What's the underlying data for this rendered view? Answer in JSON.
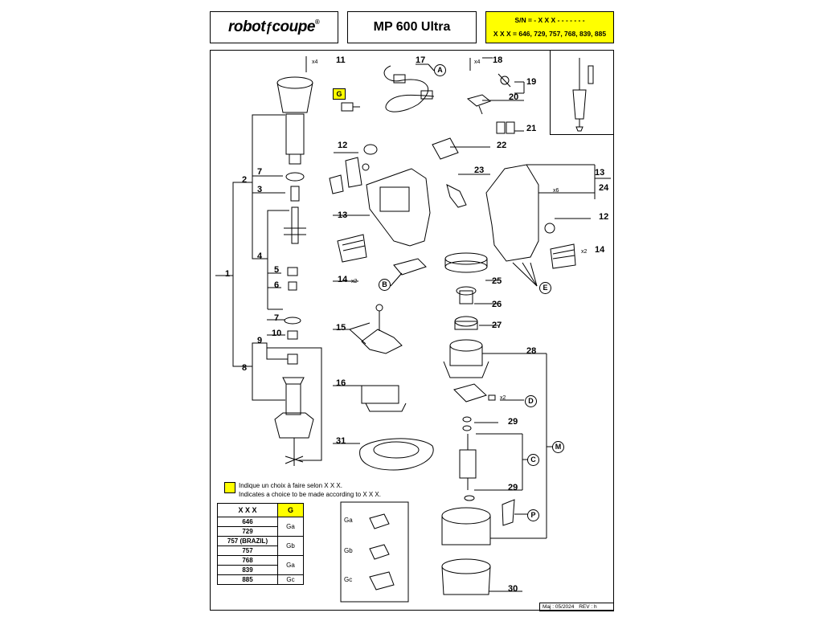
{
  "header": {
    "brand_left": "robot",
    "brand_right": "coupe",
    "brand_reg": "®",
    "model": "MP 600 Ultra",
    "sn_line1": "S/N = - X X X - - - - - - -",
    "sn_line2": "X X X = 646, 729, 757, 768, 839, 885"
  },
  "parts": {
    "p1": "1",
    "p2": "2",
    "p3": "3",
    "p4": "4",
    "p5": "5",
    "p6": "6",
    "p7a": "7",
    "p7b": "7",
    "p8": "8",
    "p9": "9",
    "p10": "10",
    "p11": "11",
    "p12a": "12",
    "p12b": "12",
    "p13a": "13",
    "p13b": "13",
    "p14a": "14",
    "p14b": "14",
    "p15": "15",
    "p16": "16",
    "p17": "17",
    "p18": "18",
    "p19": "19",
    "p20": "20",
    "p21": "21",
    "p22": "22",
    "p23": "23",
    "p24": "24",
    "p25": "25",
    "p26": "26",
    "p27": "27",
    "p28": "28",
    "p29a": "29",
    "p29b": "29",
    "p30": "30",
    "p31": "31"
  },
  "multipliers": {
    "m11": "x4",
    "m18": "x4",
    "m24": "x6",
    "m14a": "x2",
    "m14b": "x2",
    "mD": "x2"
  },
  "callouts": {
    "A": "A",
    "B": "B",
    "C": "C",
    "D": "D",
    "E": "E",
    "M": "M",
    "P": "P",
    "G": "G"
  },
  "legend": {
    "fr": "Indique un choix à faire selon X X X.",
    "en": "Indicates a choice to be made according to X X X."
  },
  "table": {
    "head_xxx": "X X X",
    "head_g": "G",
    "rows": [
      {
        "xxx": "646"
      },
      {
        "xxx": "729"
      },
      {
        "xxx": "757 (BRAZIL)"
      },
      {
        "xxx": "757"
      },
      {
        "xxx": "768"
      },
      {
        "xxx": "839"
      },
      {
        "xxx": "885"
      }
    ],
    "g_groups": [
      "Ga",
      "Gb",
      "Ga",
      "Gc"
    ]
  },
  "variants": {
    "ga": "Ga",
    "gb": "Gb",
    "gc": "Gc"
  },
  "footer": {
    "maj_label": "Maj :",
    "maj_date": "05/2024",
    "rev_label": "REV :",
    "rev_value": "h"
  }
}
